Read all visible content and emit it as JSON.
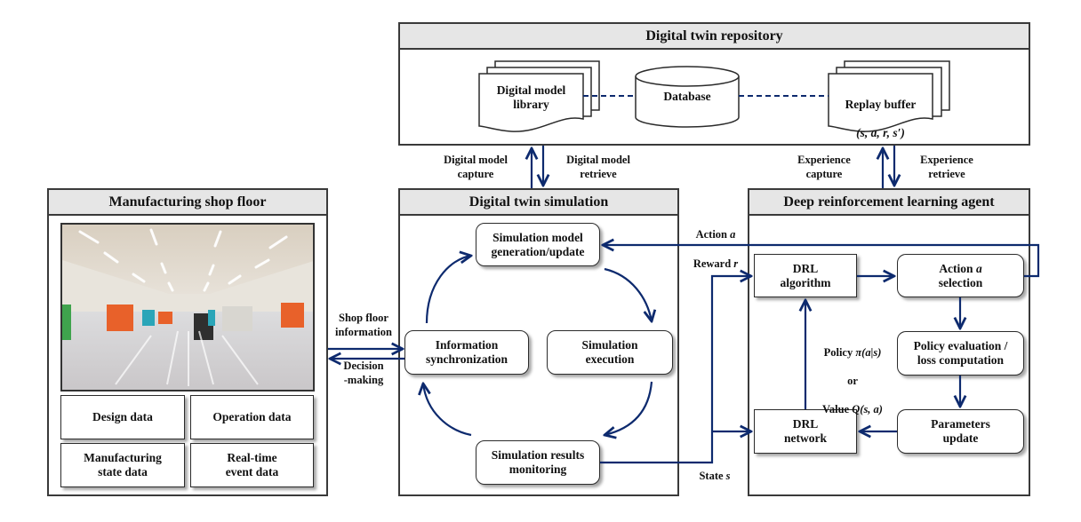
{
  "colors": {
    "arrow": "#0d2a6e",
    "panel_header": "#e6e6e6",
    "border": "#3a3a3a"
  },
  "repository": {
    "title": "Digital twin repository",
    "model_library": "Digital model\nlibrary",
    "database": "Database",
    "replay_buffer": "Replay buffer",
    "replay_tuple": "(s, a, r, s′)"
  },
  "shop_floor": {
    "title": "Manufacturing shop floor",
    "photo_alt": "factory-floor-photo",
    "data_boxes": [
      "Design data",
      "Operation data",
      "Manufacturing\nstate data",
      "Real-time\nevent data"
    ]
  },
  "simulation": {
    "title": "Digital twin simulation",
    "nodes": {
      "model_update": "Simulation model\ngeneration/update",
      "sync": "Information\nsynchronization",
      "execution": "Simulation\nexecution",
      "monitoring": "Simulation results\nmonitoring"
    }
  },
  "agent": {
    "title": "Deep reinforcement learning agent",
    "nodes": {
      "algorithm": "DRL\nalgorithm",
      "action_selection_1": "Action ",
      "action_selection_var": "a",
      "action_selection_2": "selection",
      "policy_eval": "Policy evaluation /\nloss computation",
      "network": "DRL\nnetwork",
      "params_update": "Parameters\nupdate"
    },
    "policy_label": {
      "line1_text": "Policy ",
      "line1_math": "π(a|s)",
      "line2": "or",
      "line3_text": "Value ",
      "line3_math": "Q(s, a)"
    }
  },
  "flows": {
    "model_capture": "Digital model\ncapture",
    "model_retrieve": "Digital model\nretrieve",
    "experience_capture": "Experience\ncapture",
    "experience_retrieve": "Experience\nretrieve",
    "shop_info": "Shop floor\ninformation",
    "decision": "Decision\n-making",
    "action_text": "Action ",
    "action_var": "a",
    "reward_text": "Reward ",
    "reward_var": "r",
    "state_text": "State ",
    "state_var": "s"
  }
}
